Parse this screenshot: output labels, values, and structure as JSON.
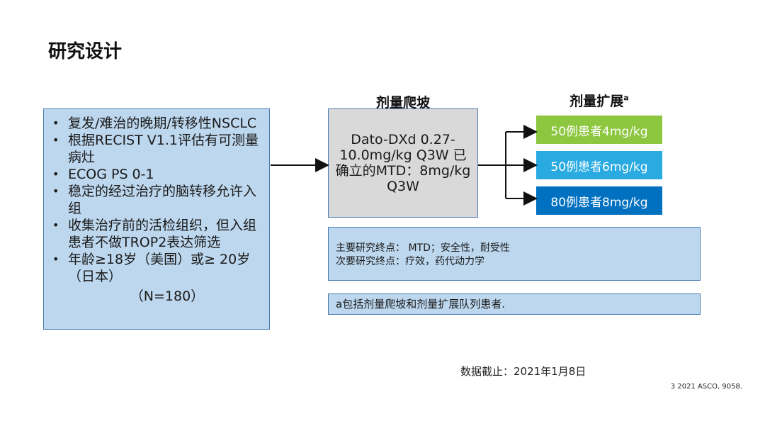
{
  "title": "研究设计",
  "criteria": {
    "items": [
      "复发/难治的晚期/转移性NSCLC",
      "根据RECIST V1.1评估有可测量病灶",
      "ECOG PS 0-1",
      "稳定的经过治疗的脑转移允许入组",
      "收集治疗前的活检组织，但入组患者不做TROP2表达筛选",
      "年龄≥18岁（美国）或≥ 20岁（日本）"
    ],
    "n_count": "（N=180）"
  },
  "dose_escalation": {
    "header": "剂量爬坡",
    "text": "Dato-DXd 0.27-10.0mg/kg Q3W 已确立的MTD：8mg/kg Q3W"
  },
  "dose_expansion": {
    "header": "剂量扩展",
    "header_sup": "a",
    "cohorts": [
      {
        "label": "50例患者4mg/kg",
        "color": "#8dc63f"
      },
      {
        "label": "50例患者6mg/kg",
        "color": "#29abe2"
      },
      {
        "label": "80例患者8mg/kg",
        "color": "#0070c0"
      }
    ]
  },
  "endpoints": {
    "primary": "主要研究终点： MTD；安全性，耐受性",
    "secondary": "次要研究终点：疗效，药代动力学"
  },
  "note": "a包括剂量爬坡和剂量扩展队列患者.",
  "data_cutoff": "数据截止：2021年1月8日",
  "reference": "3 2021 ASCO, 9058.",
  "colors": {
    "box_fill_blue": "#bdd7ee",
    "box_border": "#4a7ab0",
    "box_fill_gray": "#d9d9d9"
  }
}
